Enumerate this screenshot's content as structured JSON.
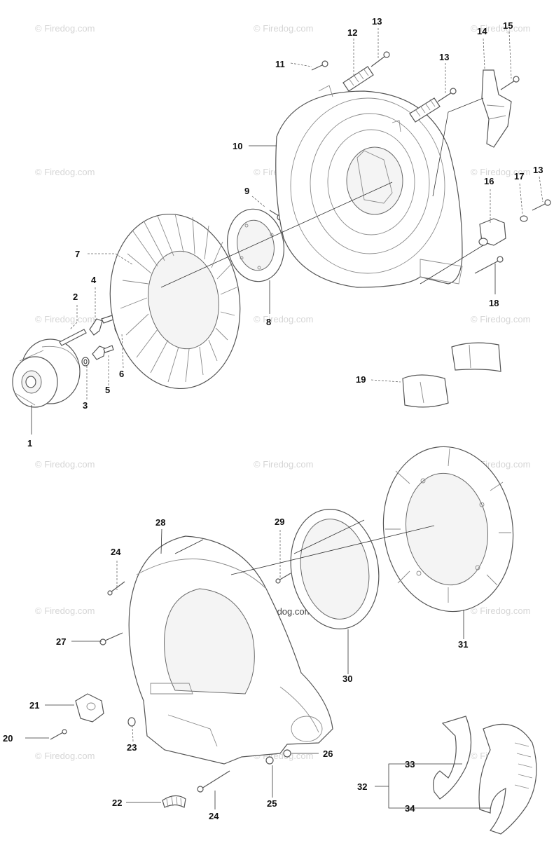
{
  "diagram": {
    "watermark": "© Firedog.com",
    "center_watermark": "© Firedog.com"
  },
  "callouts": {
    "p1": "1",
    "p2": "2",
    "p3": "3",
    "p4": "4",
    "p5": "5",
    "p6": "6",
    "p7": "7",
    "p8": "8",
    "p9": "9",
    "p10": "10",
    "p11": "11",
    "p12": "12",
    "p13a": "13",
    "p13b": "13",
    "p13c": "13",
    "p14": "14",
    "p15": "15",
    "p16": "16",
    "p17": "17",
    "p18": "18",
    "p19": "19",
    "p20": "20",
    "p21": "21",
    "p22": "22",
    "p23": "23",
    "p24a": "24",
    "p24b": "24",
    "p25": "25",
    "p26": "26",
    "p27": "27",
    "p28": "28",
    "p29": "29",
    "p30": "30",
    "p31": "31",
    "p32": "32",
    "p33": "33",
    "p34": "34"
  }
}
